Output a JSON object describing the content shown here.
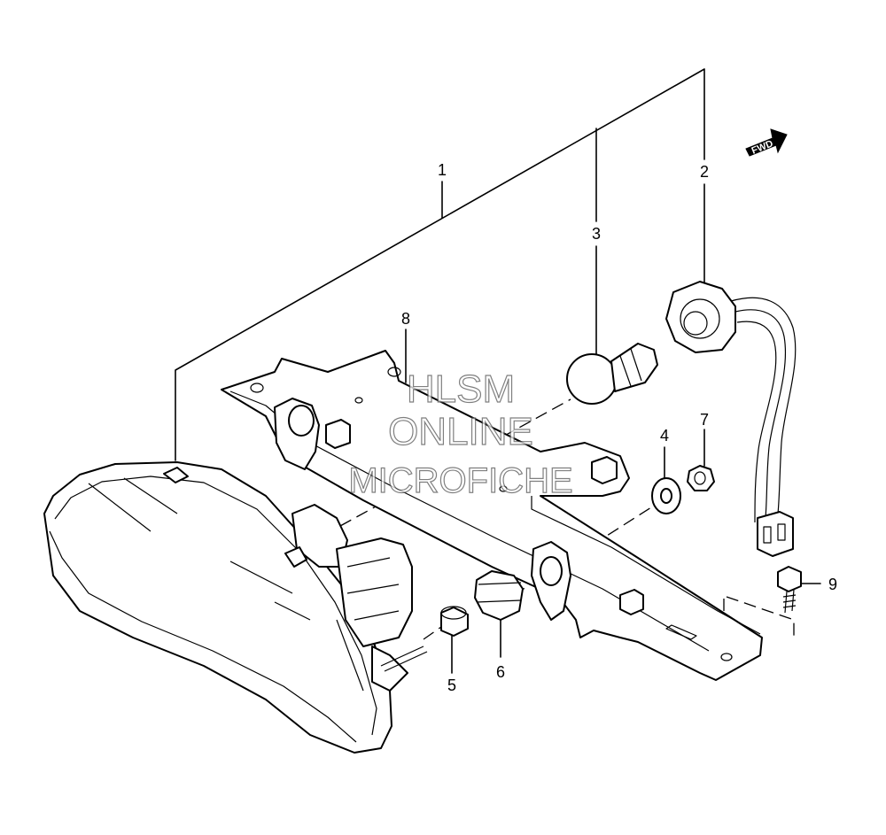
{
  "diagram": {
    "type": "exploded-parts-diagram",
    "callouts": [
      {
        "id": "c1",
        "label": "1"
      },
      {
        "id": "c2",
        "label": "2"
      },
      {
        "id": "c3",
        "label": "3"
      },
      {
        "id": "c4",
        "label": "4"
      },
      {
        "id": "c5",
        "label": "5"
      },
      {
        "id": "c6",
        "label": "6"
      },
      {
        "id": "c7",
        "label": "7"
      },
      {
        "id": "c8",
        "label": "8"
      },
      {
        "id": "c9",
        "label": "9"
      }
    ],
    "direction_arrow": {
      "label": "FWD",
      "icon": "fwd-arrow-icon"
    }
  },
  "watermark": {
    "line1": "HLSM",
    "line2": "ONLINE",
    "line3": "MICROFICHE"
  }
}
